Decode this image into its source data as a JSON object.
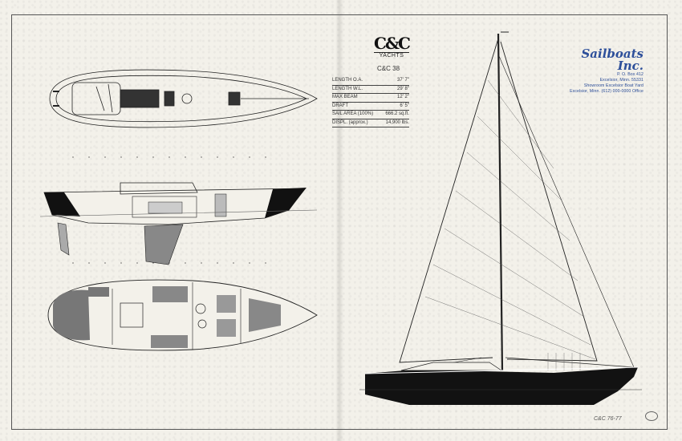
{
  "brand": {
    "logo_mark": "C&C",
    "logo_sub": "YACHTS",
    "model": "C&C 38"
  },
  "specs": [
    {
      "label": "LENGTH O.A.",
      "value": "37' 7\""
    },
    {
      "label": "LENGTH W.L.",
      "value": "29' 8\""
    },
    {
      "label": "MAX BEAM",
      "value": "12' 2\""
    },
    {
      "label": "DRAFT",
      "value": "6' 5\""
    },
    {
      "label": "SAIL AREA (100%)",
      "value": "666.2 sq.ft."
    },
    {
      "label": "DISPL. (approx.)",
      "value": "14,900 lbs."
    }
  ],
  "dealer": {
    "name_line1": "Sailboats",
    "name_line2": "Inc.",
    "address1": "P. O. Box 412",
    "address2": "Excelsior, Minn. 55331",
    "address3": "Showroom Excelsior Boat Yard",
    "address4": "Excelsior, Minn. (612) 000-0000 Office"
  },
  "footer": {
    "code": "C&C 76-77"
  },
  "colors": {
    "paper": "#f3f1ea",
    "ink": "#1a1a1a",
    "hull": "#121212",
    "accent": "#2d4f9a"
  }
}
